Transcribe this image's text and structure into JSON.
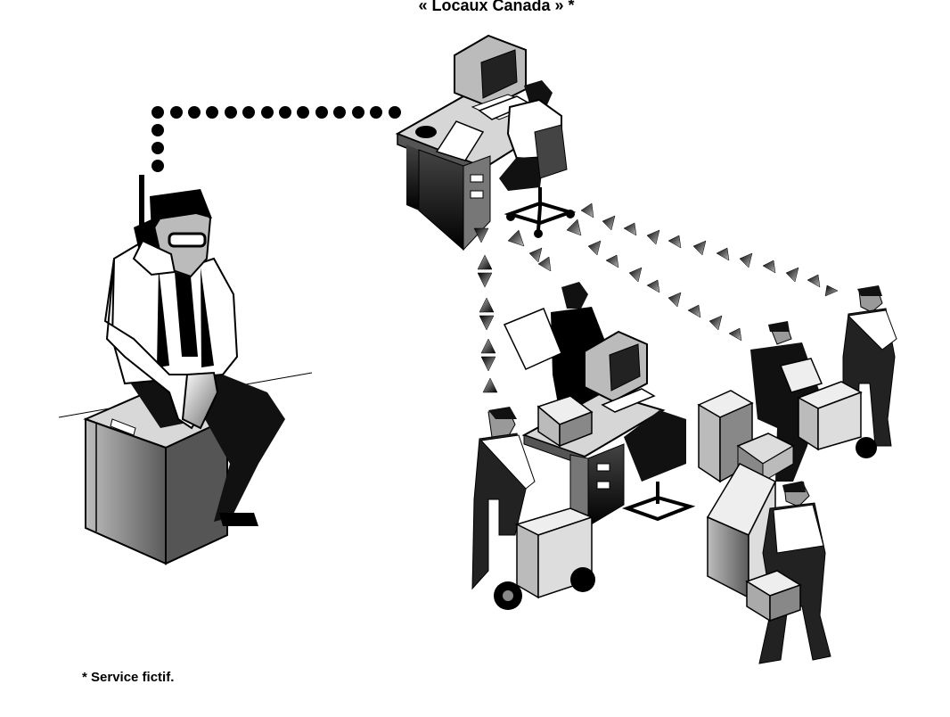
{
  "title": "« Locaux Canada » *",
  "footnote": "* Service fictif.",
  "illustration": {
    "style": "monochrome",
    "colors": {
      "ink": "#000000",
      "gray": "#8a8a8a",
      "light": "#d8d8d8",
      "paper": "#ffffff"
    }
  }
}
